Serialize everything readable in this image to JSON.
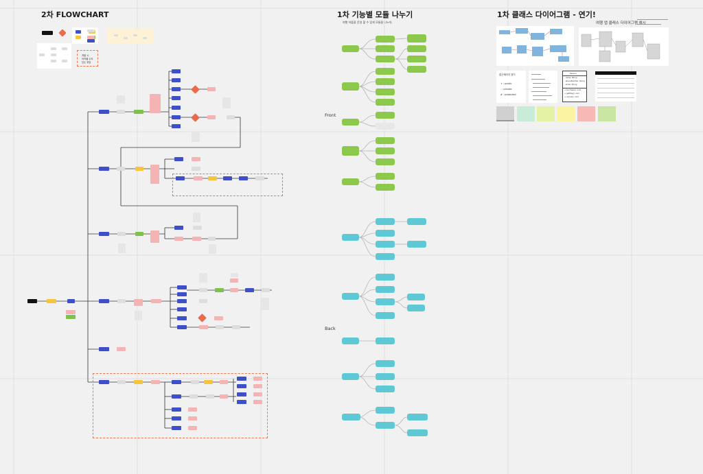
{
  "titles": {
    "flowchart": "2차 FLOWCHART",
    "modules": "1차 기능별 모듈 나누기",
    "modules_sub": "여행 어플을 운영 할 수 있게 모듈을 나누자.",
    "class_diagram": "1차 클래스 다이어그램 - 연기!",
    "class_example": "여행 앱 클래스 다이어그램 예시"
  },
  "side_labels": {
    "front": "Front",
    "back": "Back"
  },
  "legend_note": {
    "line1": "개발 시",
    "line2": "어려울 수도",
    "line3": "있는 부분"
  },
  "visibility_card": {
    "title": "접근제어자 표기",
    "items": [
      "+ : public",
      "- : private",
      "# : protected"
    ]
  },
  "class_box": {
    "title": "Person",
    "fields": [
      "- name: String",
      "- phoneNumber: String",
      "- email: String"
    ],
    "methods": [
      "+ purchase(): void",
      "+ getMsg(): void",
      "+ cancel(): void"
    ]
  },
  "colors": {
    "blue": "#3f4fc8",
    "green": "#7dc24a",
    "pink": "#f4b4b4",
    "yellow": "#f7c53d",
    "orange": "#ea6b4c",
    "teal": "#5ec8d4",
    "gray": "#dddddd"
  }
}
